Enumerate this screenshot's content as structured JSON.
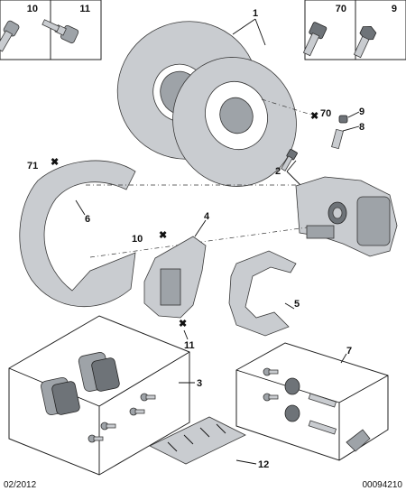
{
  "corner_boxes": [
    {
      "id": "c10",
      "number": "10"
    },
    {
      "id": "c11",
      "number": "11"
    },
    {
      "id": "c70",
      "number": "70"
    },
    {
      "id": "c9",
      "number": "9"
    }
  ],
  "callouts": {
    "n1": "1",
    "n2": "2",
    "n3": "3",
    "n4": "4",
    "n5": "5",
    "n6": "6",
    "n7": "7",
    "n8": "8",
    "n9": "9",
    "n10": "10",
    "n11": "11",
    "n12": "12",
    "n70": "70",
    "n71": "71"
  },
  "footer": {
    "date": "02/2012",
    "ref": "00094210"
  }
}
